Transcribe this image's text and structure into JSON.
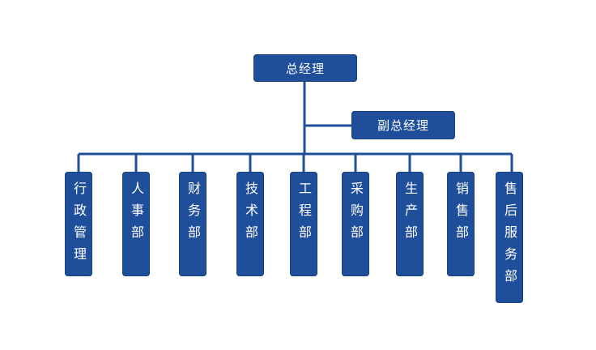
{
  "org_chart": {
    "root": "总经理",
    "deputy": "副总经理",
    "departments": [
      "行政管理",
      "人事部",
      "财务部",
      "技术部",
      "工程部",
      "采购部",
      "生产部",
      "销售部",
      "售后服务部"
    ]
  },
  "colors": {
    "box_fill": "#1f4f9b",
    "line": "#1f4f9b",
    "text": "#ffffff",
    "background": "#ffffff"
  }
}
